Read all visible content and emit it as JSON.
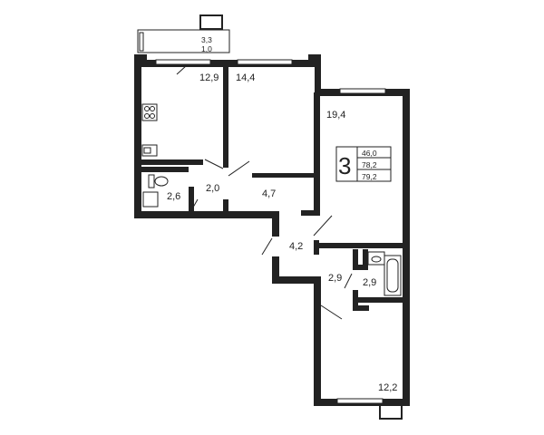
{
  "plan": {
    "room_count": "3",
    "summary_areas": [
      "46,0",
      "78,2",
      "79,2"
    ],
    "rooms": [
      {
        "id": "kitchen",
        "area": "12,9"
      },
      {
        "id": "bedroom-small",
        "area": "14,4"
      },
      {
        "id": "living-room",
        "area": "19,4"
      },
      {
        "id": "bathroom-wc",
        "area": "2,6"
      },
      {
        "id": "hall-small",
        "area": "2,0"
      },
      {
        "id": "corridor",
        "area": "4,7"
      },
      {
        "id": "hall-center",
        "area": "4,2"
      },
      {
        "id": "hall-bottom",
        "area": "2,9"
      },
      {
        "id": "bathroom",
        "area": "2,9"
      },
      {
        "id": "bedroom-bottom",
        "area": "12,2"
      }
    ],
    "balcony": {
      "area": "3,3",
      "coefficient": "1,0"
    }
  },
  "colors": {
    "wall": "#222222",
    "background": "#ffffff"
  }
}
